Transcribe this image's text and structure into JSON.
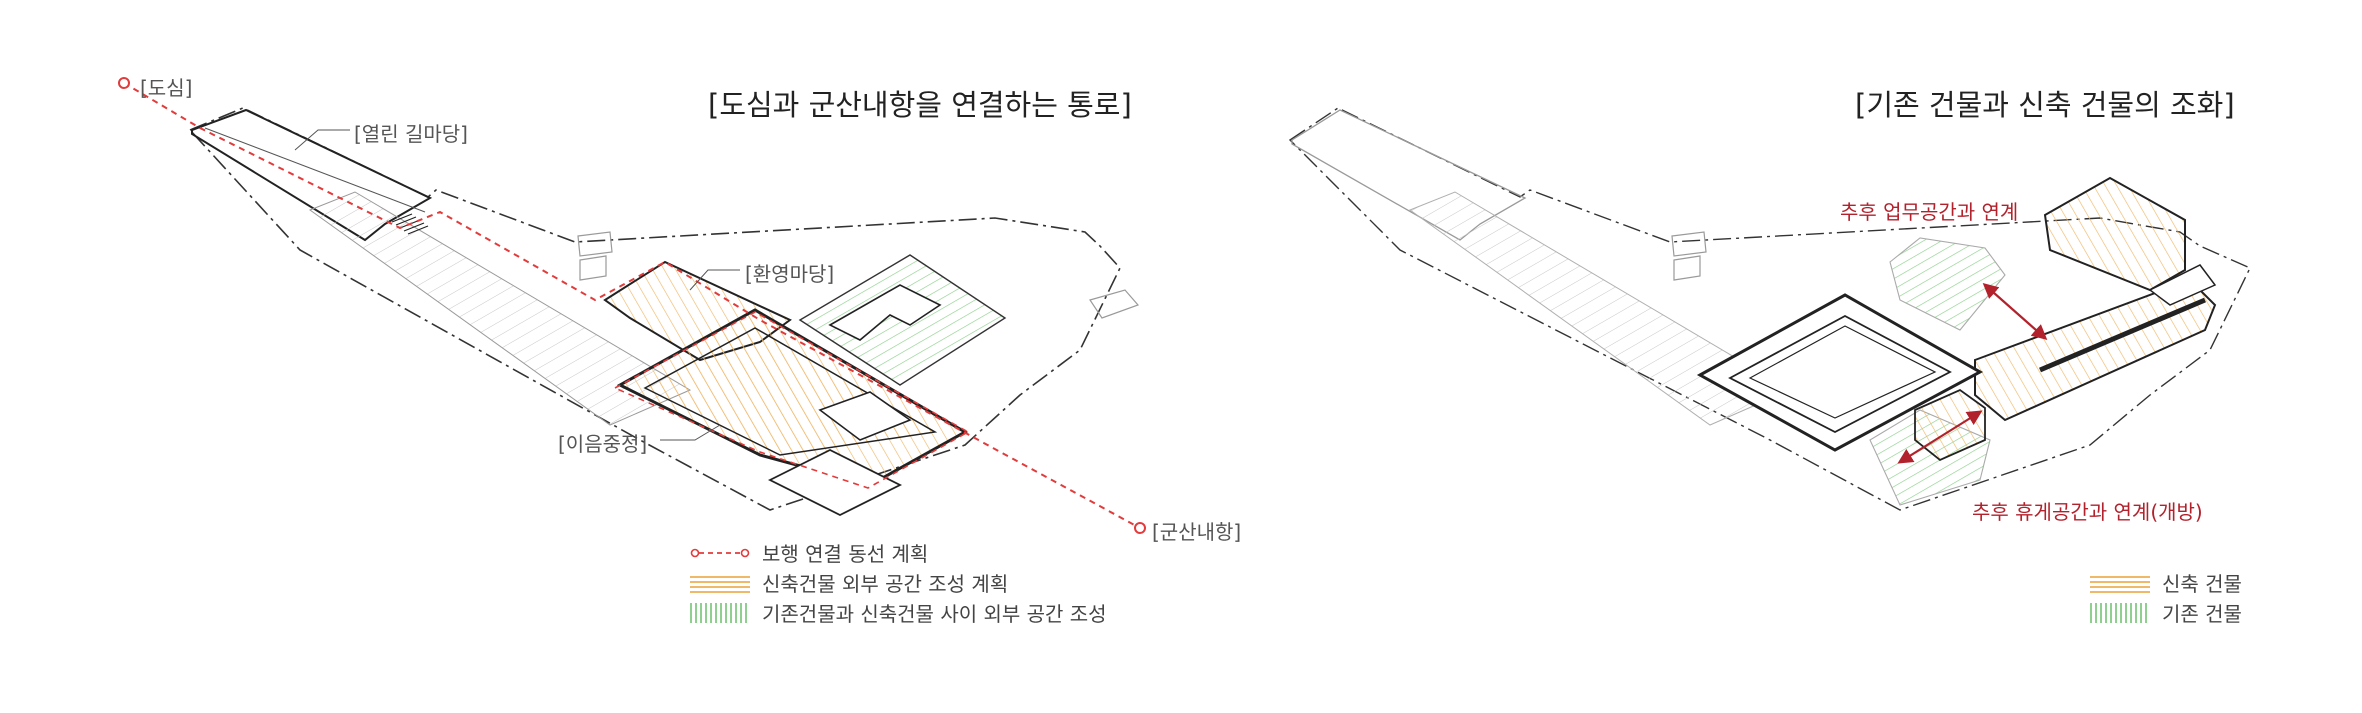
{
  "left_panel": {
    "title": "[도심과 군산내항을 연결하는 통로]",
    "labels": {
      "downtown": "[도심]",
      "open_street_yard": "[열린 길마당]",
      "welcome_yard": "[환영마당]",
      "connecting_court": "[이음중정]",
      "gunsan_inner_port": "[군산내항]"
    },
    "legend": [
      {
        "label": "보행 연결 동선 계획",
        "style": "route"
      },
      {
        "label": "신축건물 외부 공간 조성 계획",
        "style": "orange-hatch"
      },
      {
        "label": "기존건물과 신축건물 사이 외부 공간 조성",
        "style": "green-hatch"
      }
    ]
  },
  "right_panel": {
    "title": "[기존 건물과 신축 건물의 조화]",
    "annotations": {
      "office_link": "추후 업무공간과 연계",
      "rest_link": "추후 휴게공간과 연계(개방)"
    },
    "legend": [
      {
        "label": "신축 건물",
        "style": "orange-hatch"
      },
      {
        "label": "기존 건물",
        "style": "green-hatch"
      }
    ]
  },
  "colors": {
    "route": "#e23b3b",
    "annotation": "#b2222c",
    "orange_hatch": "#f0b96a",
    "green_hatch": "#8fcf8f",
    "line": "#222222",
    "boundary": "#333333",
    "context": "#9a9a9a"
  }
}
